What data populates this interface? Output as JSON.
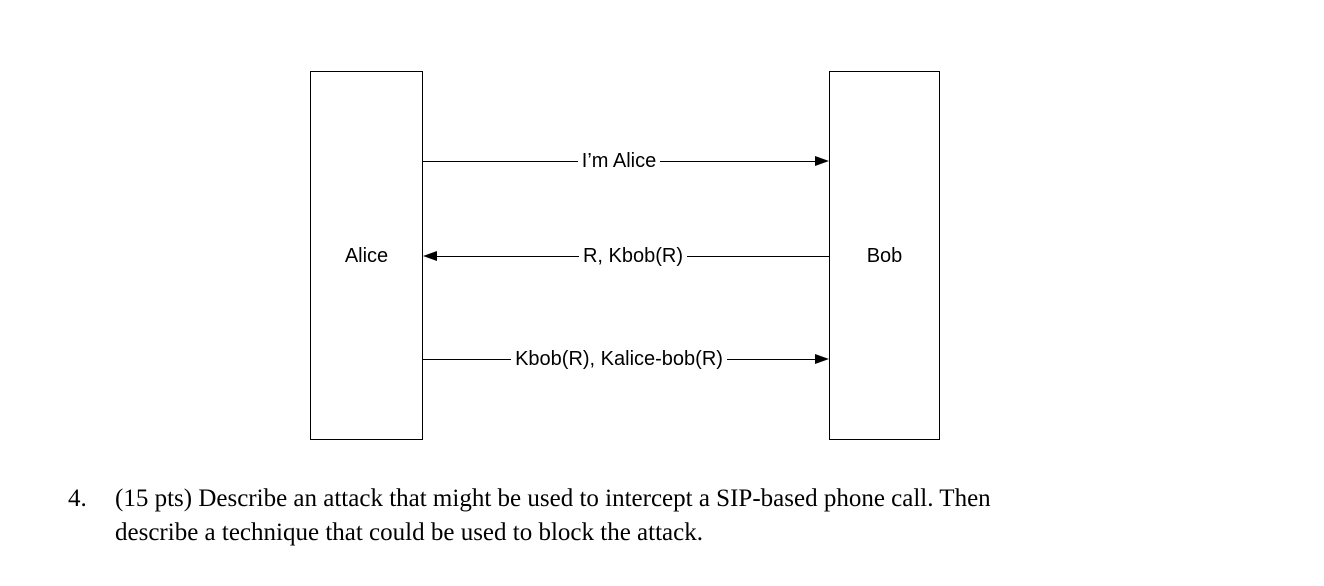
{
  "diagram": {
    "actors": [
      {
        "label": "Alice"
      },
      {
        "label": "Bob"
      }
    ],
    "messages": [
      {
        "label": "I’m Alice",
        "from": "Alice",
        "to": "Bob",
        "direction": "right"
      },
      {
        "label": "R, Kbob(R)",
        "from": "Bob",
        "to": "Alice",
        "direction": "left"
      },
      {
        "label": "Kbob(R), Kalice-bob(R)",
        "from": "Alice",
        "to": "Bob",
        "direction": "right"
      }
    ],
    "line_color": "#000000",
    "background_color": "#ffffff"
  },
  "question": {
    "number": "4.",
    "points": "(15 pts)",
    "full_text": "(15 pts) Describe an attack that might be used to intercept a SIP-based phone call. Then describe a technique that could be used to block the attack.",
    "lines": [
      "(15 pts) Describe an attack that might be used to intercept a SIP-based phone call. Then",
      "describe a technique that could be used to block the attack."
    ]
  }
}
